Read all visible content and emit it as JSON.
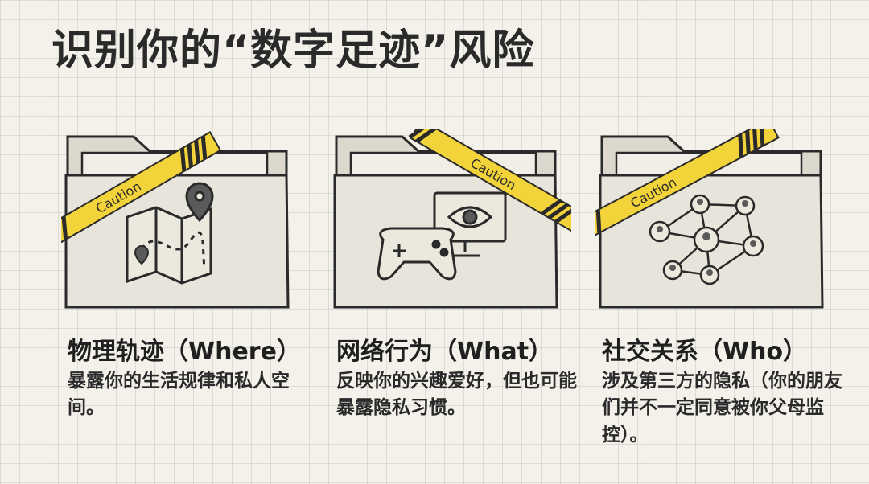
{
  "title": "识别你的“数字足迹”风险",
  "cards": [
    {
      "heading": "物理轨迹（Where）",
      "description": "暴露你的生活规律和私人空间。",
      "tape_label": "Caution",
      "icon": "map-icon"
    },
    {
      "heading": "网络行为（What）",
      "description": "反映你的兴趣爱好，但也可能暴露隐私习惯。",
      "tape_label": "Caution",
      "icon": "game-and-monitor-icon"
    },
    {
      "heading": "社交关系（Who）",
      "description": "涉及第三方的隐私（你的朋友们并不一定同意被你父母监控）。",
      "tape_label": "Caution",
      "icon": "social-network-icon"
    }
  ],
  "colors": {
    "background": "#f3f1ea",
    "tape": "#f2d33a",
    "ink": "#2a2a2a",
    "folder": "#e4e1d8"
  }
}
